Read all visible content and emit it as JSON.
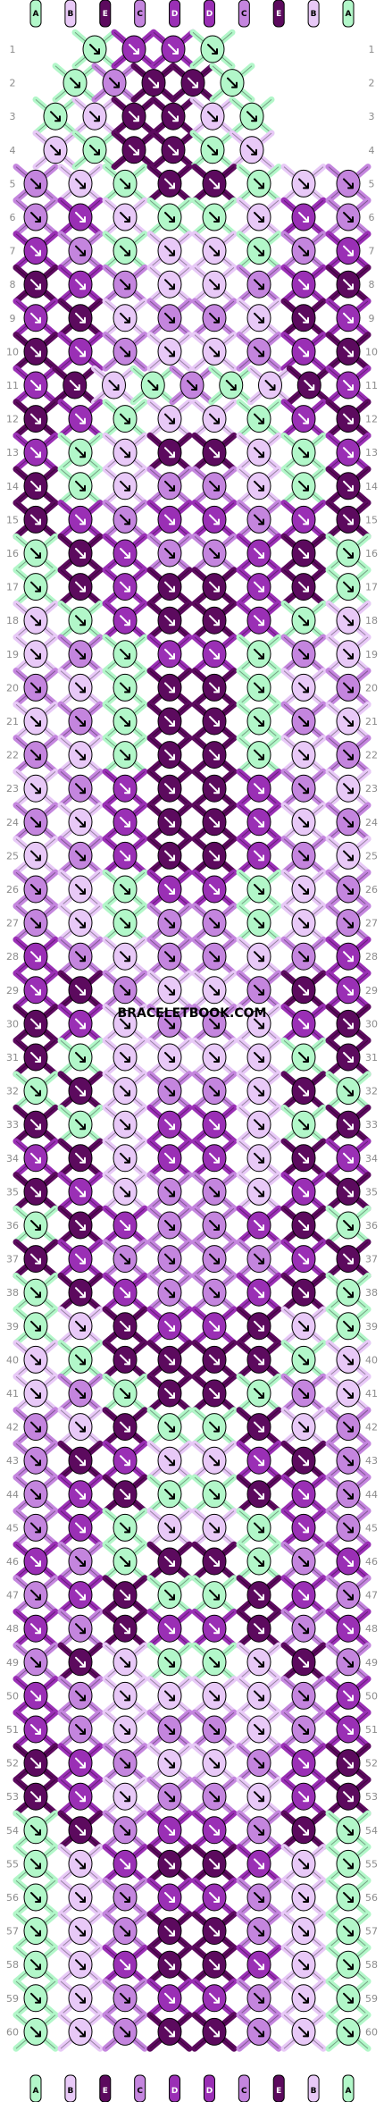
{
  "watermark": "BRACELETBOOK.COM",
  "colors": {
    "A": "#b2f7c9",
    "B": "#e8c9f7",
    "C": "#c485de",
    "D": "#9a2fb5",
    "E": "#5c0a5e"
  },
  "strings": [
    "A",
    "B",
    "E",
    "C",
    "D",
    "D",
    "C",
    "E",
    "B",
    "A"
  ],
  "rows": [
    "1",
    "2",
    "3",
    "4",
    "5",
    "6",
    "7",
    "8",
    "9",
    "10",
    "11",
    "12",
    "13",
    "14",
    "15",
    "16",
    "17",
    "18",
    "19",
    "20",
    "21",
    "22",
    "23",
    "24",
    "25",
    "26",
    "27",
    "28",
    "29",
    "30",
    "31",
    "32",
    "33",
    "34",
    "35",
    "36",
    "37",
    "38",
    "39",
    "40",
    "41",
    "42",
    "43",
    "44",
    "45",
    "46",
    "47",
    "48",
    "49",
    "50",
    "51",
    "52",
    "53",
    "54",
    "55",
    "56",
    "57",
    "58",
    "59",
    "60"
  ],
  "knot_colors": [
    "ADDA",
    "ACEEA",
    "ABEEBA",
    "BAEEAB",
    "CBAEEABC",
    "CDBAABDC",
    "DCABBACD",
    "EDCBBCDE",
    "DEBCCBED",
    "EDCBBCDE",
    "DEBACABED",
    "EDABBADE",
    "DABEEBAD",
    "EABCCBAE",
    "EDCDDCDE",
    "AEDCCDEA",
    "AEDEEDEA",
    "BADEEDAB",
    "BCADDACB",
    "CBAEEABC",
    "BCAEEACB",
    "CBAEEABC",
    "BCDEEDCB",
    "CBDEEDBC",
    "BCDEEDCB",
    "CBADDABC",
    "CBACCABC",
    "DCBCCBCD",
    "DECBBCED",
    "EDBCCBDE",
    "EABBBBAE",
    "AEBCCBEA",
    "EABDDBAE",
    "DEBDDBED",
    "EDBCCBDE",
    "AEDCCDEA",
    "EDCCCCDE",
    "AEDCCDEA",
    "ABEDDEBA",
    "BAEEEEAB",
    "BCAEEACB",
    "CBEAAEBC",
    "CEDBBDEC",
    "CDEAAEDC",
    "CDABBADC",
    "DCAEEACD",
    "CDEAAEDC",
    "DCEDDECD",
    "CEBAABEC",
    "DCBBBBCD",
    "DCBCCBCD",
    "EDCBBCDE",
    "EDBCCBDE",
    "AECDDCEA",
    "ABDEEDBA",
    "ABCDDCBA",
    "ABCEECBA",
    "ABDEEDBA",
    "ABCDDCBA",
    "ABCEECBA"
  ]
}
